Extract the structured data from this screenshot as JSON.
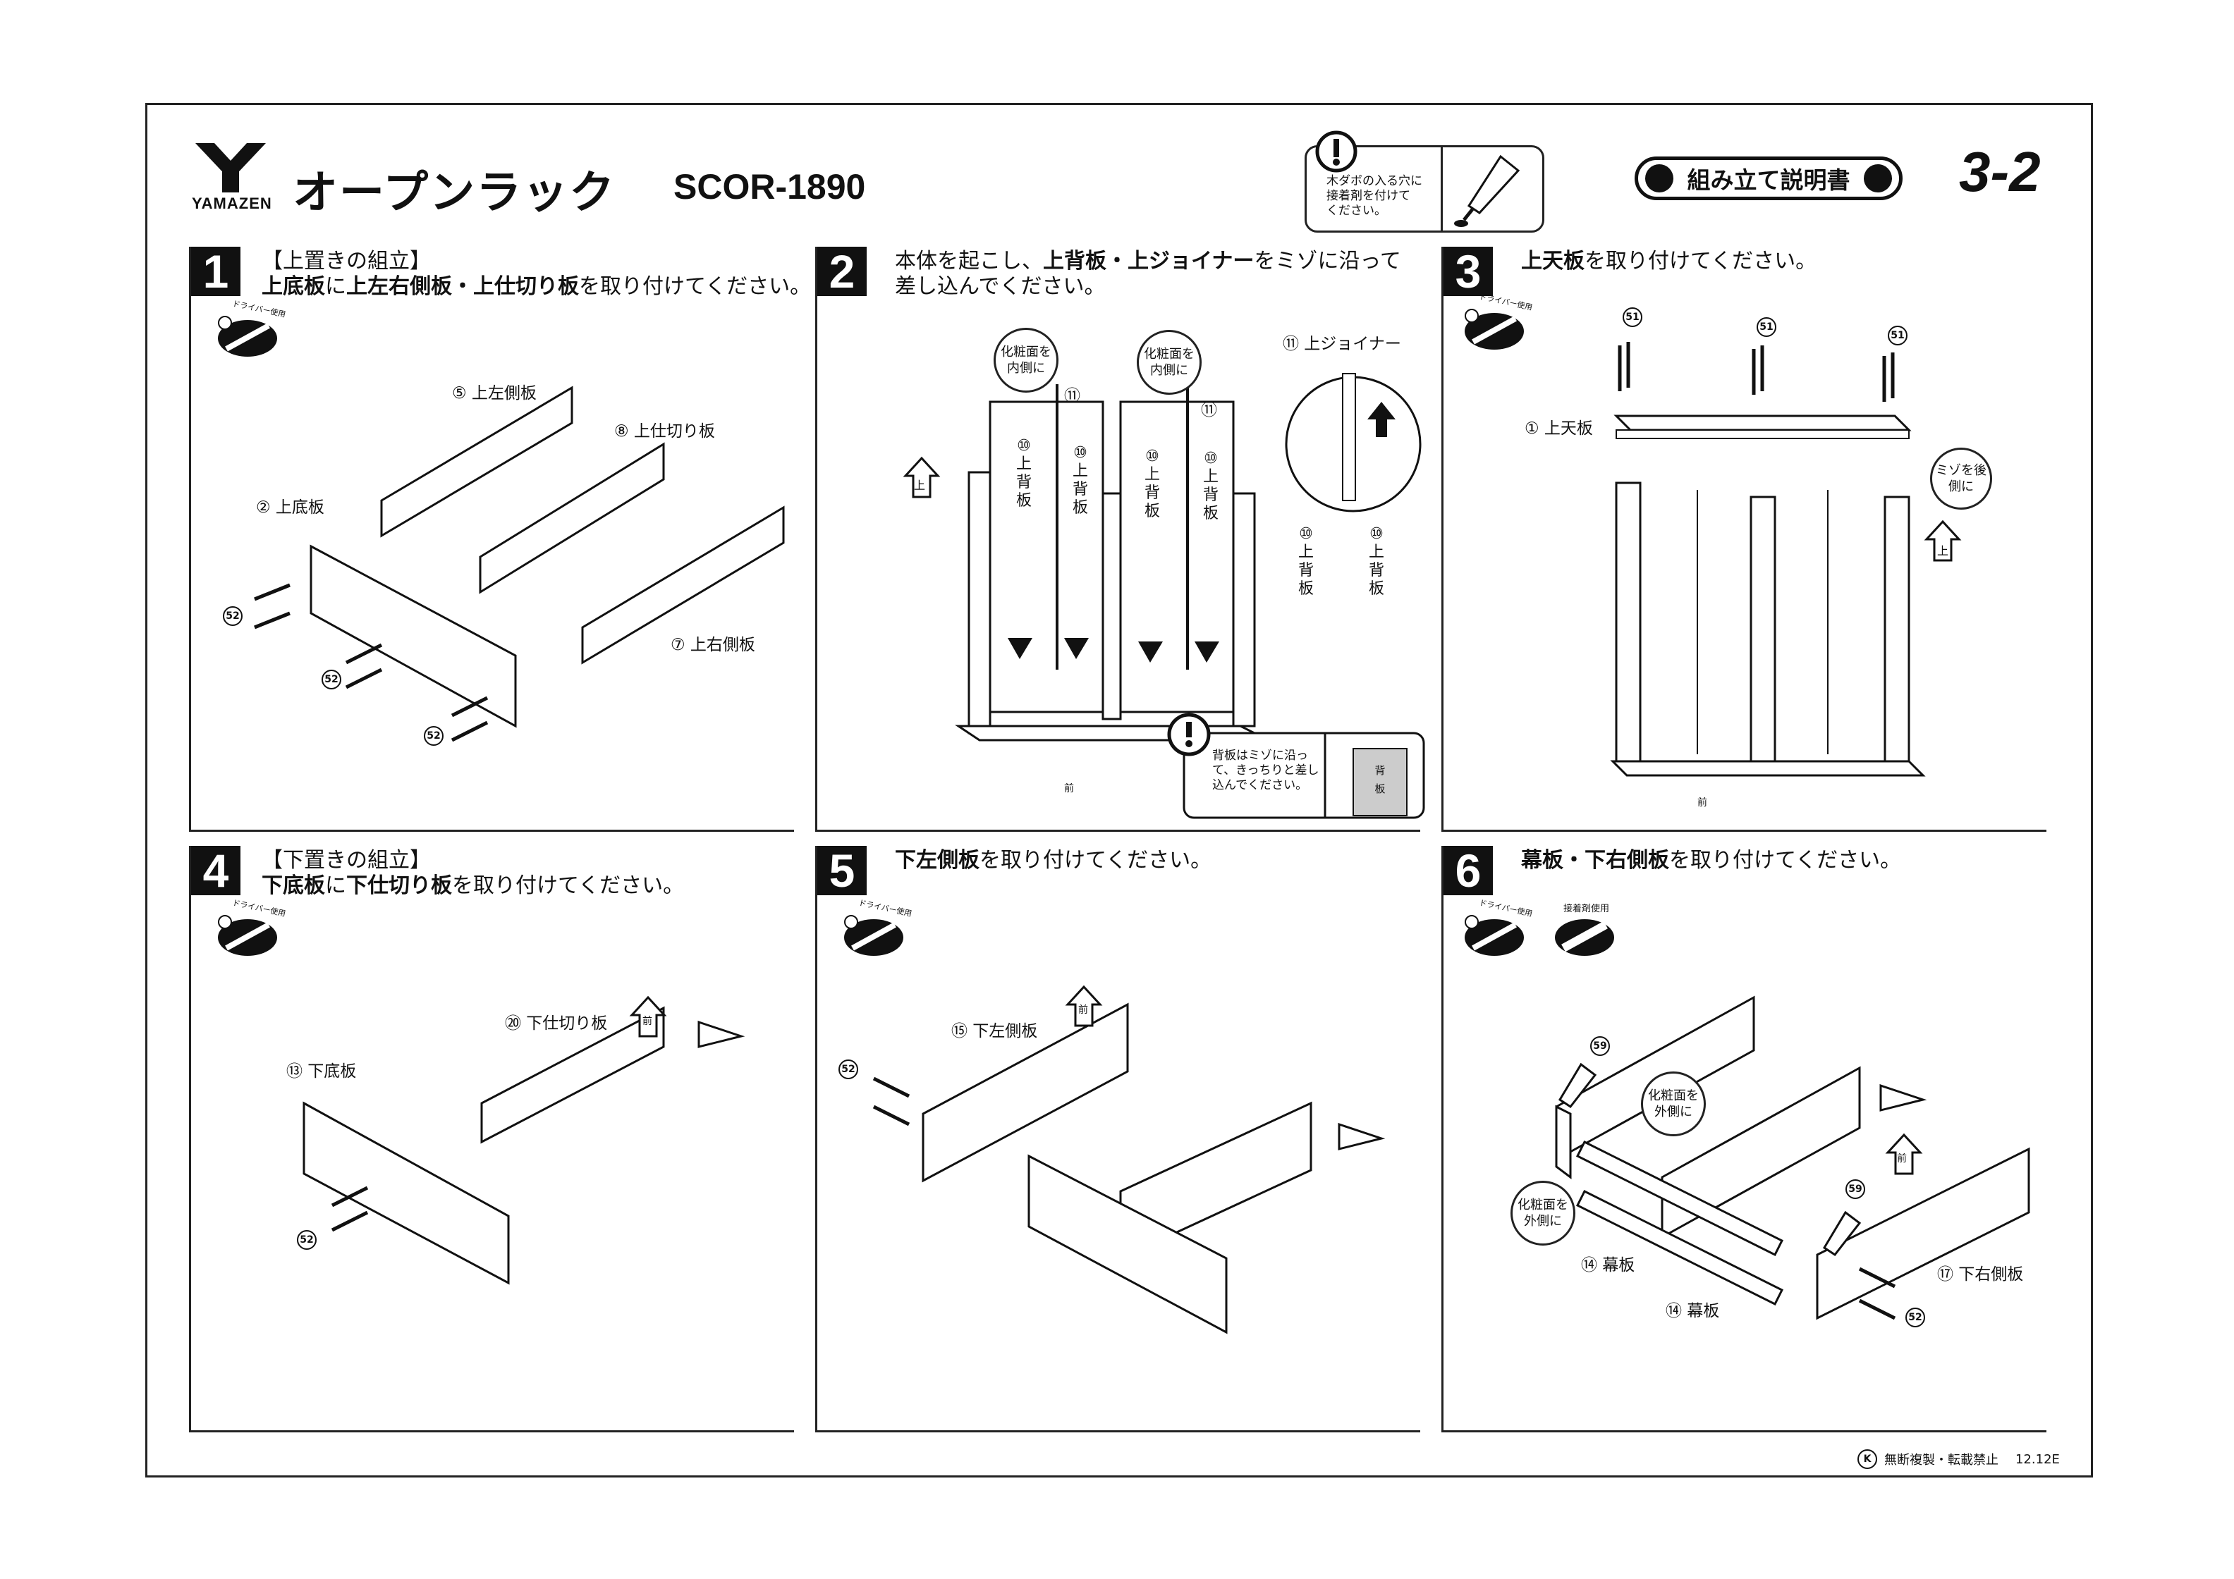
{
  "header": {
    "brand": "YAMAZEN",
    "product_name": "オープンラック",
    "model": "SCOR-1890",
    "manual_label": "組み立て説明書",
    "page_number": "3-2",
    "notice_text": [
      "木ダボの入る穴に",
      "接着剤を付けて",
      "ください。"
    ]
  },
  "steps": [
    {
      "number": "1",
      "lines": [
        {
          "parts": [
            {
              "t": "【上置きの組立】",
              "b": false
            }
          ]
        },
        {
          "parts": [
            {
              "t": "上底板",
              "b": true
            },
            {
              "t": "に",
              "b": false
            },
            {
              "t": "上左右側板・上仕切り板",
              "b": true
            },
            {
              "t": "を取り付けてください。",
              "b": false
            }
          ]
        }
      ],
      "tool": "ドライバー使用",
      "labels": {
        "p5": "⑤ 上左側板",
        "p8": "⑧ 上仕切り板",
        "p2": "② 上底板",
        "p7": "⑦ 上右側板",
        "s52a": "52",
        "s52b": "52",
        "s52c": "52"
      }
    },
    {
      "number": "2",
      "lines": [
        {
          "parts": [
            {
              "t": "本体を起こし、",
              "b": false
            },
            {
              "t": "上背板・上ジョイナー",
              "b": true
            },
            {
              "t": "をミゾに沿って",
              "b": false
            }
          ]
        },
        {
          "parts": [
            {
              "t": "差し込んでください。",
              "b": false
            }
          ]
        }
      ],
      "labels": {
        "bubble1": "化粧面を内側に",
        "bubble2": "化粧面を内側に",
        "n11a": "⑪",
        "n11b": "⑪",
        "joiner": "⑪ 上ジョイナー",
        "back1": "⑩ 上背板",
        "back2": "⑩ 上背板",
        "back3": "⑩ 上背板",
        "back4": "⑩ 上背板",
        "detail_l": "⑩ 上背板",
        "detail_r": "⑩ 上背板",
        "up": "上",
        "front": "前",
        "note": "背板はミゾに沿って、きっちりと差し込んでください。",
        "detail_board": "背板"
      }
    },
    {
      "number": "3",
      "lines": [
        {
          "parts": [
            {
              "t": "上天板",
              "b": true
            },
            {
              "t": "を取り付けてください。",
              "b": false
            }
          ]
        }
      ],
      "tool": "ドライバー使用",
      "labels": {
        "p1": "① 上天板",
        "s51a": "51",
        "s51b": "51",
        "s51c": "51",
        "bubble": "ミゾを後側に",
        "up": "上",
        "front": "前"
      }
    },
    {
      "number": "4",
      "lines": [
        {
          "parts": [
            {
              "t": "【下置きの組立】",
              "b": false
            }
          ]
        },
        {
          "parts": [
            {
              "t": "下底板",
              "b": true
            },
            {
              "t": "に",
              "b": false
            },
            {
              "t": "下仕切り板",
              "b": true
            },
            {
              "t": "を取り付けてください。",
              "b": false
            }
          ]
        }
      ],
      "tool": "ドライバー使用",
      "labels": {
        "p20": "⑳ 下仕切り板",
        "p13": "⑬ 下底板",
        "s52": "52",
        "front": "前"
      }
    },
    {
      "number": "5",
      "lines": [
        {
          "parts": [
            {
              "t": "下左側板",
              "b": true
            },
            {
              "t": "を取り付けてください。",
              "b": false
            }
          ]
        }
      ],
      "tool": "ドライバー使用",
      "labels": {
        "p15": "⑮ 下左側板",
        "s52": "52",
        "front": "前"
      }
    },
    {
      "number": "6",
      "lines": [
        {
          "parts": [
            {
              "t": "幕板・下右側板",
              "b": true
            },
            {
              "t": "を取り付けてください。",
              "b": false
            }
          ]
        }
      ],
      "tool": "ドライバー使用",
      "tool2": "接着剤使用",
      "labels": {
        "s59a": "59",
        "s59b": "59",
        "bubble1": "化粧面を外側に",
        "bubble2": "化粧面を外側に",
        "p14a": "⑭ 幕板",
        "p14b": "⑭ 幕板",
        "p17": "⑰ 下右側板",
        "s52": "52",
        "front": "前"
      }
    }
  ],
  "footer": {
    "copyright_mark": "K",
    "copyright": "無断複製・転載禁止",
    "code": "12.12E"
  }
}
